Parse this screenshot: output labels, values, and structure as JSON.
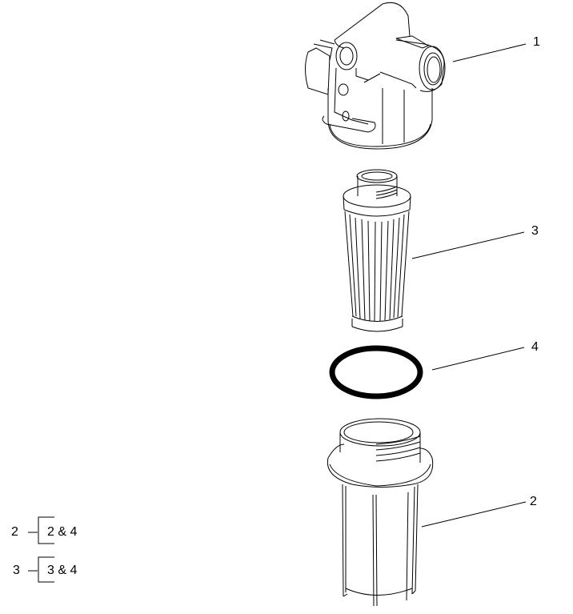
{
  "diagram": {
    "type": "exploded-parts-view",
    "callouts": [
      {
        "id": "1",
        "label": "1",
        "part": "filter head"
      },
      {
        "id": "3",
        "label": "3",
        "part": "filter element"
      },
      {
        "id": "4",
        "label": "4",
        "part": "o-ring"
      },
      {
        "id": "2",
        "label": "2",
        "part": "filter bowl"
      }
    ],
    "legend": [
      {
        "item": "2",
        "includes": "2 & 4"
      },
      {
        "item": "3",
        "includes": "3 & 4"
      }
    ],
    "colors": {
      "line": "#000000",
      "background": "#ffffff"
    }
  }
}
